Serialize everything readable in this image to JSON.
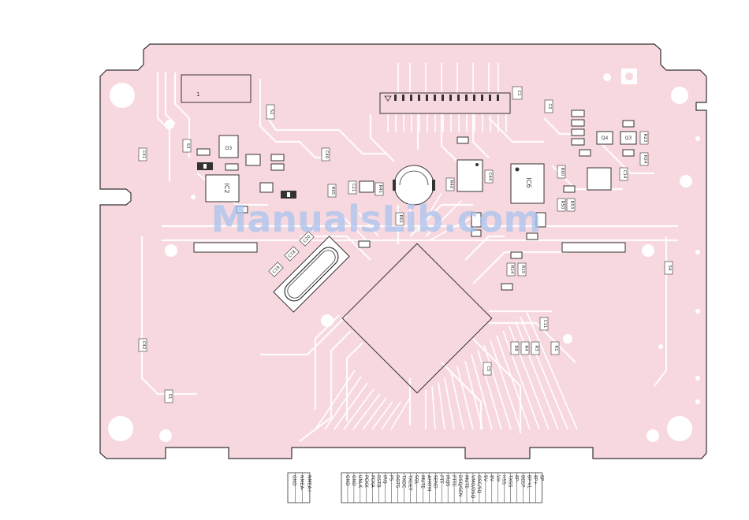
{
  "watermark": "ManualsLib.com",
  "colors": {
    "board": "#f8d8df",
    "trace": "#ffffff",
    "outline": "#333333",
    "pad": "#ffffff",
    "watermark": "#a9c4ef"
  },
  "labels": {
    "C1": "C1",
    "IC2": "IC2",
    "IC6": "IC6",
    "D3": "D3",
    "Q4": "Q4",
    "Q3": "Q3",
    "R40": "R40",
    "R41": "R41",
    "R61": "R61",
    "R65": "R65",
    "R14": "R14",
    "R15": "R15",
    "R23": "R23",
    "R24": "R24",
    "R50": "R50",
    "R53": "R53",
    "R60": "R60",
    "C21": "C21",
    "C40": "C40",
    "C41": "C41",
    "C42": "C42",
    "C44": "C44",
    "C11": "C11",
    "C5": "C5",
    "C2": "C2",
    "C14": "C14",
    "C19": "C19",
    "C18": "C18",
    "C20": "C20",
    "R4": "R4",
    "R3": "R3",
    "R1": "R1",
    "R8": "R8",
    "S2": "S2",
    "S3": "S3",
    "S4": "S4",
    "S1": "S1",
    "pin1": "1"
  },
  "connector_left": [
    "GND",
    "NMEA-",
    "NMEA+"
  ],
  "connector_right": [
    "GND",
    "GND",
    "UNLK",
    "PCKX",
    "PCKA",
    "RSTB",
    "IRQ",
    "PS",
    "ROTS",
    "TXDC",
    "TXDET",
    "SQL",
    "MUTE",
    "AFRTM",
    "SEND",
    "PTT",
    "IRQS",
    "PTTC",
    "DSQ/SEN",
    "MUTE",
    "VMO/DSQ",
    "OSC/SQ",
    "5V",
    "8V",
    "VH",
    "HSS",
    "TXSS",
    "8P-",
    "BEEP",
    "BP-VL",
    "8P+",
    "SP-"
  ]
}
